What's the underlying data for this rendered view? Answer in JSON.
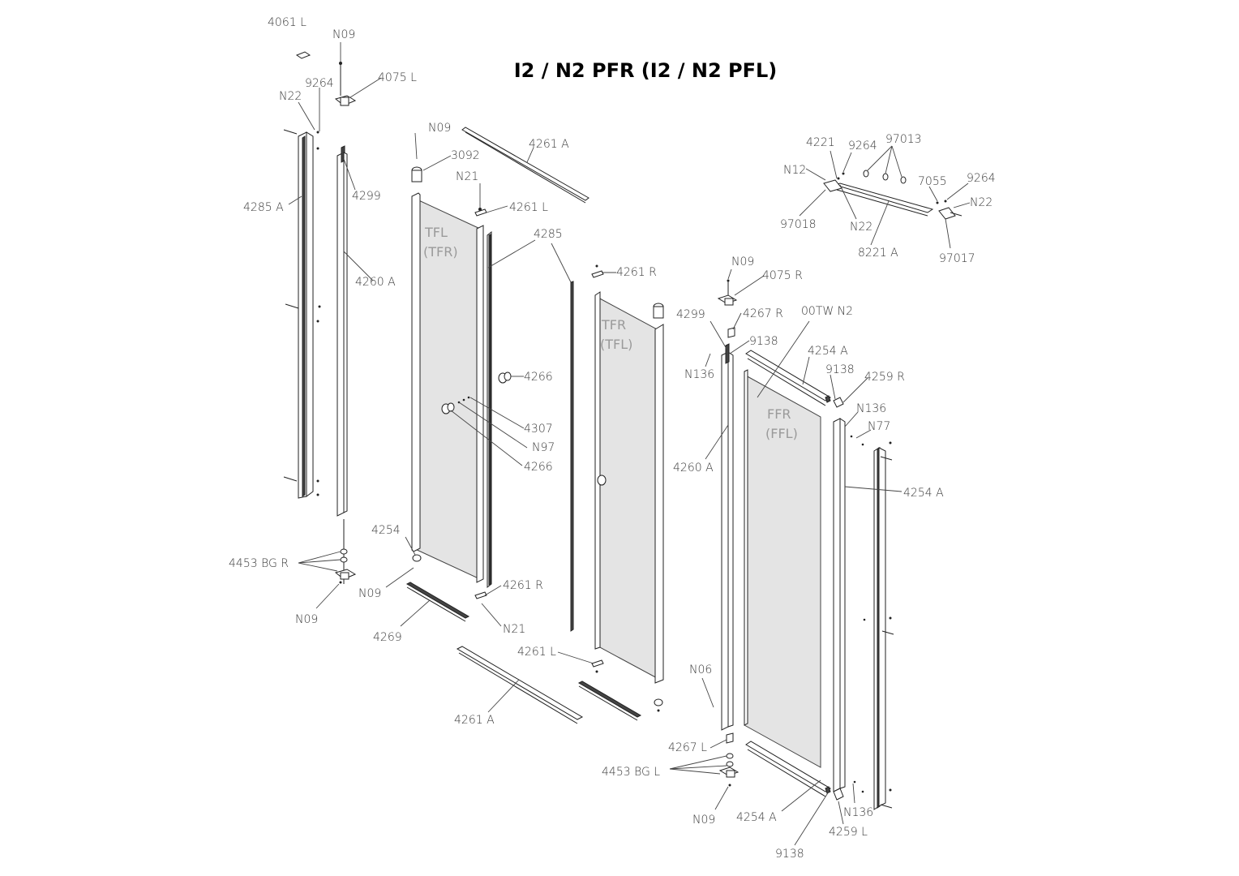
{
  "title": "I2 / N2 PFR (I2 / N2 PFL)",
  "panels": {
    "tfl": [
      "TFL",
      "(TFR)"
    ],
    "tfr": [
      "TFR",
      "(TFL)"
    ],
    "ffr": [
      "FFR",
      "(FFL)"
    ]
  },
  "labels": {
    "l4061L": "4061 L",
    "lN09a": "N09",
    "l4075L": "4075 L",
    "l9264a": "9264",
    "lN22a": "N22",
    "l4285A": "4285 A",
    "l4299a": "4299",
    "l4260Aa": "4260 A",
    "l4453BGR": "4453 BG R",
    "lN09b": "N09",
    "lN09c": "N09",
    "l3092": "3092",
    "l4261Aa": "4261 A",
    "lN21a": "N21",
    "l4261La": "4261 L",
    "l4285": "4285",
    "l4266a": "4266",
    "l4307": "4307",
    "lN97": "N97",
    "l4266b": "4266",
    "l4254a": "4254",
    "lN09d": "N09",
    "l4261Ra": "4261 R",
    "lN21b": "N21",
    "l4269": "4269",
    "l4261Ab": "4261 A",
    "l4261Rb": "4261 R",
    "l4261Lb": "4261 L",
    "lN09e": "N09",
    "l4075R": "4075 R",
    "l4267R": "4267 R",
    "l4299b": "4299",
    "l9138a": "9138",
    "lN136a": "N136",
    "l00TWN2": "00TW N2",
    "l4254Aa": "4254 A",
    "l9138b": "9138",
    "l4259R": "4259 R",
    "lN136b": "N136",
    "lN77": "N77",
    "l4260Ab": "4260 A",
    "l4254Ab": "4254 A",
    "lN06": "N06",
    "l4267L": "4267 L",
    "l4453BGL": "4453 BG L",
    "lN09f": "N09",
    "l4254Ac": "4254 A",
    "l9138c": "9138",
    "lN136c": "N136",
    "l4259L": "4259 L",
    "l4221": "4221",
    "l9264b": "9264",
    "l97013": "97013",
    "lN12": "N12",
    "l7055": "7055",
    "l9264c": "9264",
    "lN22b": "N22",
    "l97018": "97018",
    "lN22c": "N22",
    "l8221A": "8221 A",
    "l97017": "97017"
  }
}
